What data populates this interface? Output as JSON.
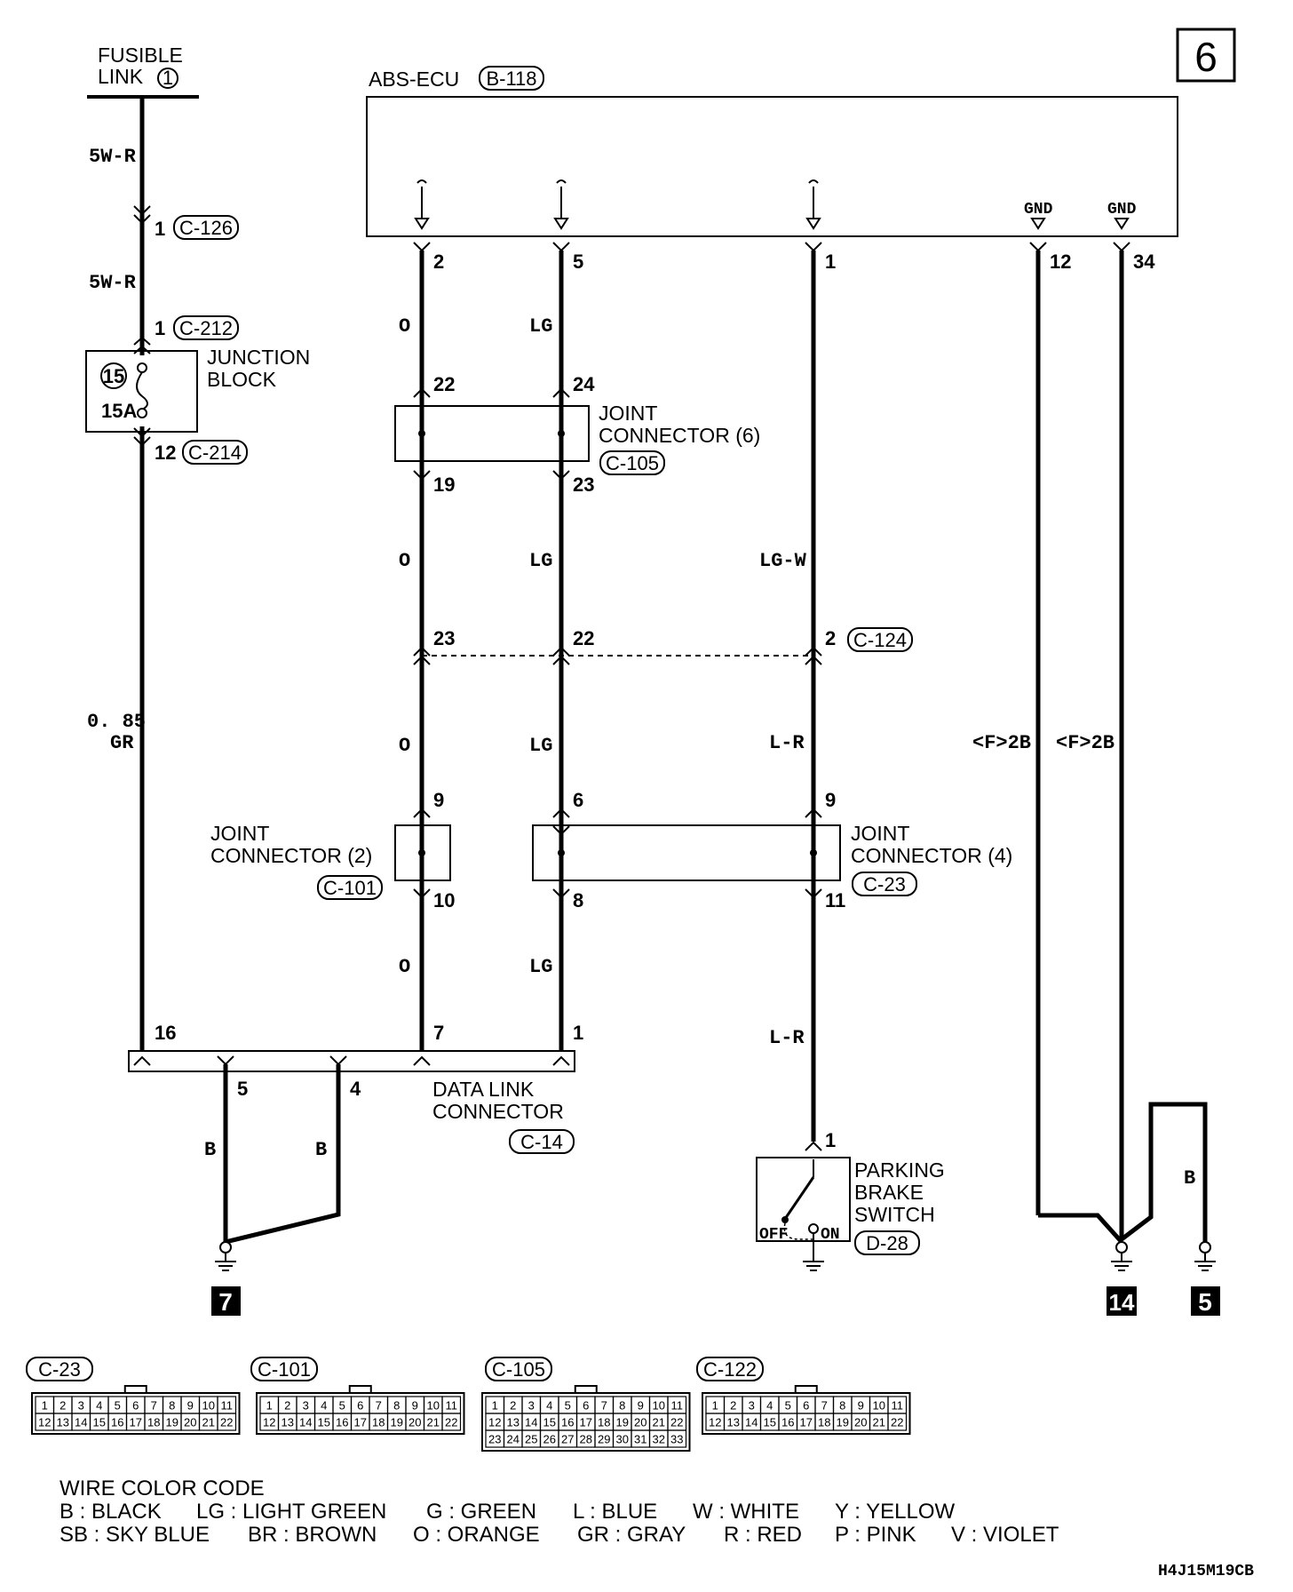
{
  "page_number": "6",
  "diagram_code": "H4J15M19CB",
  "fusible_link": {
    "label": "FUSIBLE",
    "label2": "LINK",
    "number": "1"
  },
  "ecu": {
    "name": "ABS-ECU",
    "connector": "B-118",
    "gnd1": "GND",
    "gnd2": "GND"
  },
  "pins": {
    "ecu_o": "2",
    "ecu_lg": "5",
    "ecu_lgw": "1",
    "ecu_gnd1": "12",
    "ecu_gnd2": "34",
    "c126": "1",
    "c212": "1",
    "c214": "12",
    "jc6_o_in": "22",
    "jc6_lg_in": "24",
    "jc6_o_out": "19",
    "jc6_lg_out": "23",
    "c124_o": "23",
    "c124_lg": "22",
    "c124_lgw": "2",
    "jc2_in": "9",
    "jc2_out": "10",
    "jc4_lg_in": "6",
    "jc4_lr_in": "9",
    "jc4_lg_out": "8",
    "jc4_lr_out": "11",
    "dlc_16": "16",
    "dlc_7": "7",
    "dlc_1": "1",
    "dlc_5": "5",
    "dlc_4": "4",
    "pbs": "1"
  },
  "wires": {
    "w_5wr_1": "5W-R",
    "w_5wr_2": "5W-R",
    "w_gr_1": "0. 85",
    "w_gr_2": "GR",
    "w_o_1": "O",
    "w_o_2": "O",
    "w_o_3": "O",
    "w_o_4": "O",
    "w_lg_1": "LG",
    "w_lg_2": "LG",
    "w_lg_3": "LG",
    "w_lg_4": "LG",
    "w_lgw": "LG-W",
    "w_lr_1": "L-R",
    "w_lr_2": "L-R",
    "w_f2b_1": "<F>2B",
    "w_f2b_2": "<F>2B",
    "w_b_1": "B",
    "w_b_2": "B",
    "w_b_3": "B"
  },
  "connectors": {
    "c126": "C-126",
    "c212": "C-212",
    "c214": "C-214",
    "c105": "C-105",
    "c124": "C-124",
    "c101": "C-101",
    "c23": "C-23",
    "c14": "C-14",
    "d28": "D-28"
  },
  "junction_block": {
    "label1": "JUNCTION",
    "label2": "BLOCK",
    "fuse_num": "15",
    "fuse_rating": "15A"
  },
  "joint_connector_6": {
    "label1": "JOINT",
    "label2": "CONNECTOR (6)"
  },
  "joint_connector_2": {
    "label1": "JOINT",
    "label2": "CONNECTOR (2)"
  },
  "joint_connector_4": {
    "label1": "JOINT",
    "label2": "CONNECTOR (4)"
  },
  "data_link_connector": {
    "label1": "DATA LINK",
    "label2": "CONNECTOR"
  },
  "parking_brake_switch": {
    "label1": "PARKING",
    "label2": "BRAKE",
    "label3": "SWITCH",
    "off": "OFF",
    "on": "ON"
  },
  "ground_refs": {
    "g7": "7",
    "g14": "14",
    "g5": "5"
  },
  "connector_faces": [
    {
      "id": "C-23",
      "rows": [
        [
          "1",
          "2",
          "3",
          "4",
          "5",
          "6",
          "7",
          "8",
          "9",
          "10",
          "11"
        ],
        [
          "12",
          "13",
          "14",
          "15",
          "16",
          "17",
          "18",
          "19",
          "20",
          "21",
          "22"
        ]
      ]
    },
    {
      "id": "C-101",
      "rows": [
        [
          "1",
          "2",
          "3",
          "4",
          "5",
          "6",
          "7",
          "8",
          "9",
          "10",
          "11"
        ],
        [
          "12",
          "13",
          "14",
          "15",
          "16",
          "17",
          "18",
          "19",
          "20",
          "21",
          "22"
        ]
      ]
    },
    {
      "id": "C-105",
      "rows": [
        [
          "1",
          "2",
          "3",
          "4",
          "5",
          "6",
          "7",
          "8",
          "9",
          "10",
          "11"
        ],
        [
          "12",
          "13",
          "14",
          "15",
          "16",
          "17",
          "18",
          "19",
          "20",
          "21",
          "22"
        ],
        [
          "23",
          "24",
          "25",
          "26",
          "27",
          "28",
          "29",
          "30",
          "31",
          "32",
          "33"
        ]
      ]
    },
    {
      "id": "C-122",
      "rows": [
        [
          "1",
          "2",
          "3",
          "4",
          "5",
          "6",
          "7",
          "8",
          "9",
          "10",
          "11"
        ],
        [
          "12",
          "13",
          "14",
          "15",
          "16",
          "17",
          "18",
          "19",
          "20",
          "21",
          "22"
        ]
      ]
    }
  ],
  "wire_color_code": {
    "title": "WIRE COLOR CODE",
    "row1": [
      "B : BLACK",
      "LG : LIGHT GREEN",
      "G : GREEN",
      "L : BLUE",
      "W : WHITE",
      "Y : YELLOW"
    ],
    "row2": [
      "SB : SKY BLUE",
      "BR : BROWN",
      "O : ORANGE",
      "GR : GRAY",
      "R : RED",
      "P : PINK",
      "V : VIOLET"
    ]
  }
}
